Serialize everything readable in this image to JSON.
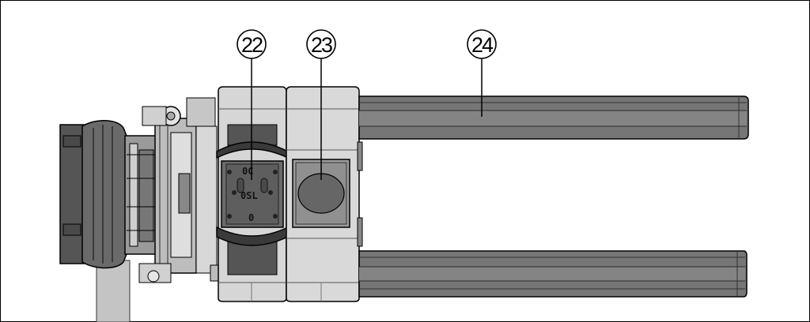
{
  "callouts": {
    "c22": "22",
    "c23": "23",
    "c24": "24"
  },
  "markings": {
    "top": "0C",
    "middle": "0SL",
    "bottom": "0"
  },
  "colors": {
    "outline": "#000000",
    "dark_gray": "#5a5a5a",
    "mid_gray": "#8a8a8a",
    "light_gray": "#c8c8c8",
    "pale_gray": "#dcdcdc",
    "background": "#ffffff"
  }
}
